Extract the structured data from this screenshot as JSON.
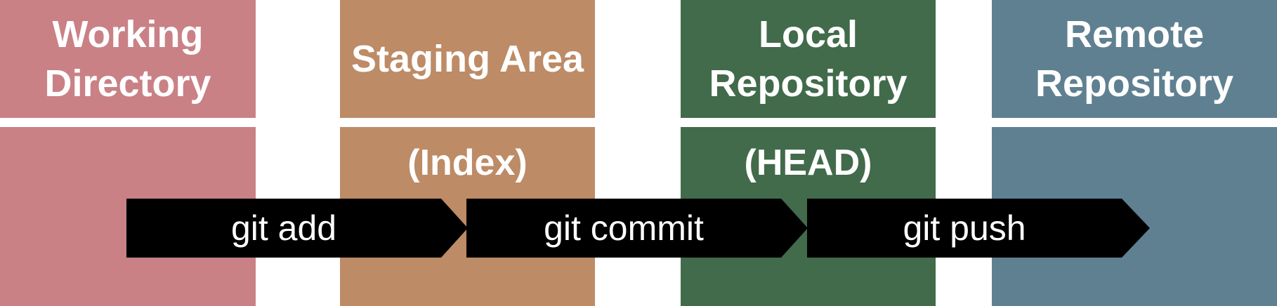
{
  "colors": {
    "working": "#c98186",
    "staging": "#bd8b66",
    "local": "#416b4a",
    "remote": "#5f8090",
    "arrow": "#000000",
    "text": "#ffffff"
  },
  "columns": [
    {
      "key": "working",
      "title": "Working\nDirectory",
      "subtitle": ""
    },
    {
      "key": "staging",
      "title": "Staging Area",
      "subtitle": "(Index)"
    },
    {
      "key": "local",
      "title": "Local\nRepository",
      "subtitle": "(HEAD)"
    },
    {
      "key": "remote",
      "title": "Remote\nRepository",
      "subtitle": ""
    }
  ],
  "arrows": [
    {
      "label": "git add"
    },
    {
      "label": "git commit"
    },
    {
      "label": "git push"
    }
  ]
}
